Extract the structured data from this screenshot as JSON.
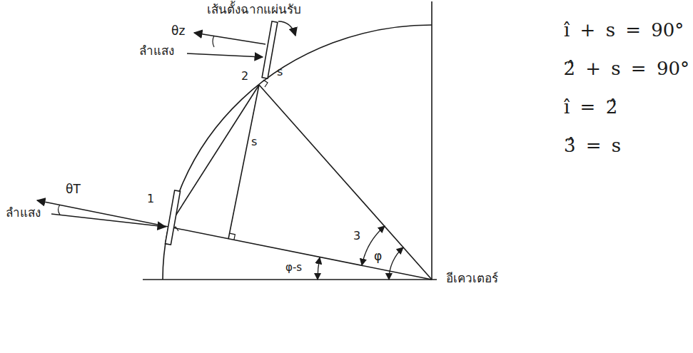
{
  "diagram": {
    "labels": [
      "เส้นตั้งฉากแผ่นรับ",
      "θz",
      "ลำแสง",
      "s",
      "2",
      "s",
      "θT",
      "ลำแสง",
      "1",
      "3",
      "φ",
      "φ-s",
      "อีเควเตอร์",
      "î + s = 90°",
      "2̂ + s = 90°",
      "î = 2̂",
      "3̂ = s"
    ]
  }
}
